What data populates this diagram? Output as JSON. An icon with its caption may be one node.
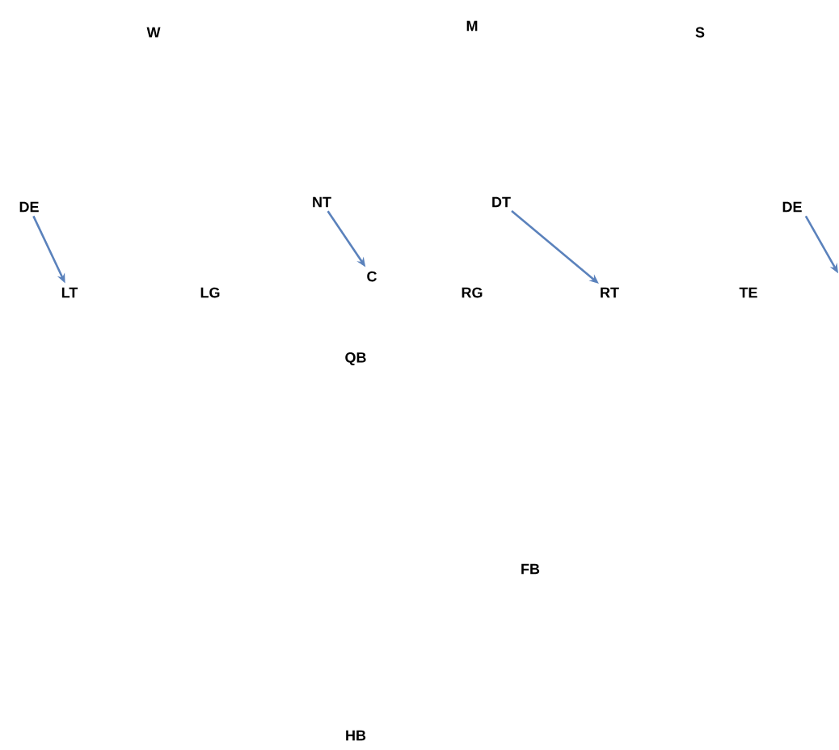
{
  "diagram": {
    "nodes": [
      {
        "text": [
          "W"
        ]
      },
      {
        "text": [
          "M"
        ]
      },
      {
        "text": [
          "S"
        ]
      },
      {
        "text": [
          "DE"
        ]
      },
      {
        "text": [
          "NT"
        ]
      },
      {
        "text": [
          "DT"
        ]
      },
      {
        "text": [
          "DE"
        ]
      },
      {
        "text": [
          "LT"
        ]
      },
      {
        "text": [
          "LG"
        ]
      },
      {
        "text": [
          "C"
        ]
      },
      {
        "text": [
          "RG"
        ]
      },
      {
        "text": [
          "RT"
        ]
      },
      {
        "text": [
          "TE"
        ]
      },
      {
        "text": [
          "QB"
        ]
      },
      {
        "text": [
          "FB"
        ]
      },
      {
        "text": [
          "HB"
        ]
      }
    ],
    "edges": [
      {
        "from": 3,
        "to": 7,
        "arrow": "to"
      },
      {
        "from": 4,
        "to": 9,
        "arrow": "to"
      },
      {
        "from": 5,
        "to": 11,
        "arrow": "to"
      },
      {
        "from": 6,
        "to": null,
        "arrow": "to"
      }
    ]
  }
}
